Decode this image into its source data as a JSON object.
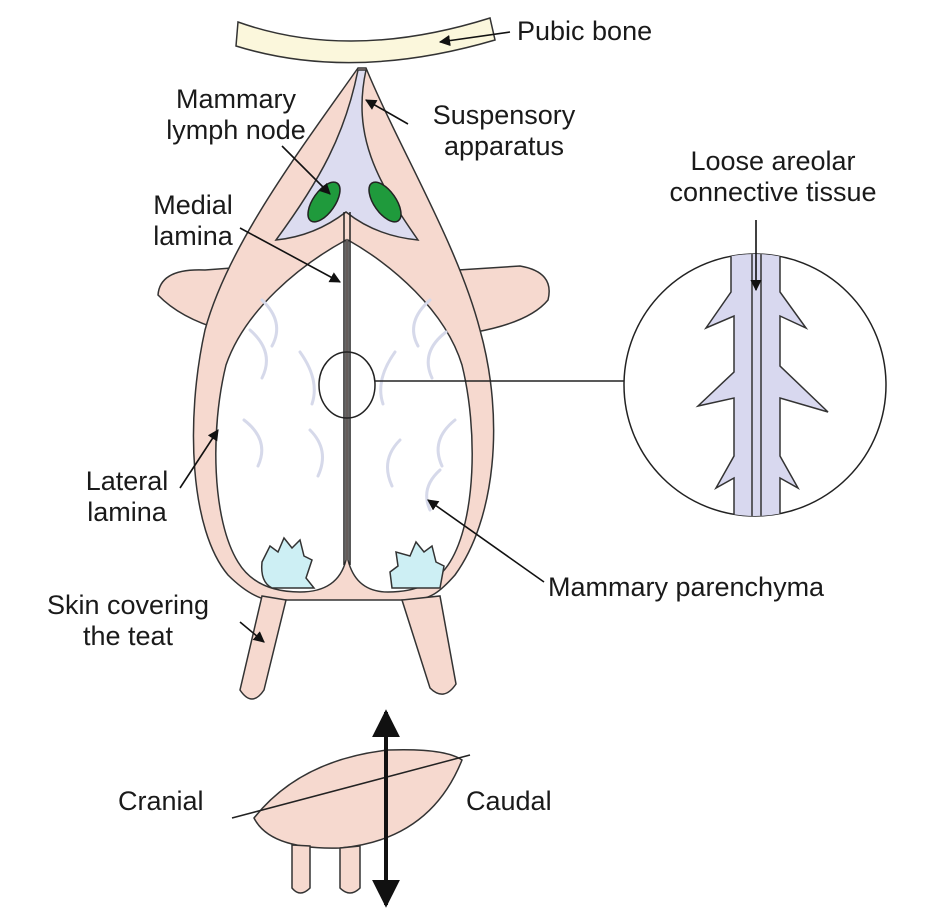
{
  "labels": {
    "pubic_bone": "Pubic bone",
    "mammary_lymph_node": [
      "Mammary",
      "lymph node"
    ],
    "suspensory_apparatus": [
      "Suspensory",
      "apparatus"
    ],
    "loose_areolar": [
      "Loose areolar",
      "connective tissue"
    ],
    "medial_lamina": [
      "Medial",
      "lamina"
    ],
    "lateral_lamina": [
      "Lateral",
      "lamina"
    ],
    "skin_covering_teat": [
      "Skin covering",
      "the teat"
    ],
    "mammary_parenchyma": "Mammary parenchyma",
    "cranial": "Cranial",
    "caudal": "Caudal"
  },
  "colors": {
    "bone": "#fbf7dc",
    "suspensory": "#dcdcf0",
    "skin": "#f6d9cf",
    "lymph_node": "#1f9a3c",
    "cistern": "#cdeff4",
    "fibers": "#d6d9ea",
    "outline": "#222222"
  }
}
